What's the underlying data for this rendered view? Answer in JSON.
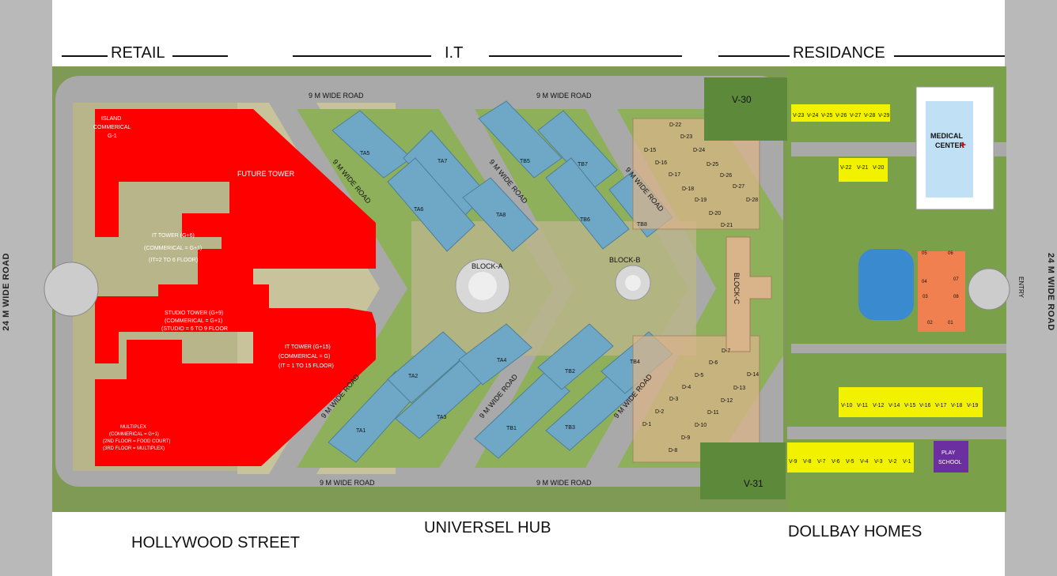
{
  "headers": {
    "retail": "RETAIL",
    "it": "I.T",
    "residance": "RESIDANCE"
  },
  "footers": {
    "hollywood": "HOLLYWOOD STREET",
    "universel": "UNIVERSEL HUB",
    "dollbay": "DOLLBAY HOMES"
  },
  "roads": {
    "side_left": "24 M WIDE ROAD",
    "side_right": "24 M WIDE ROAD",
    "inner": "9 M WIDE ROAD",
    "entry": "ENTRY"
  },
  "retail": {
    "island": [
      "ISLAND",
      "COMMERICAL",
      "G-1"
    ],
    "future_tower": "FUTURE TOWER",
    "it_tower_6": [
      "IT TOWER (G+6)",
      "(COMMERICAL = G+1)",
      "(IT=2 TO 6 FLOOR)"
    ],
    "studio_tower": [
      "STUDIO TOWER (G+9)",
      "(COMMERICAL = G+1)",
      "(STUDIO = 6 TO 9 FLOOR"
    ],
    "it_tower_15": [
      "IT TOWER (G+15)",
      "(COMMERICAL = G)",
      "(IT = 1 TO 15 FLOOR)"
    ],
    "multiplex": [
      "MULTIPLEX",
      "(COMMERICAL = G+1)",
      "(2ND FLOOR = FOOD COURT)",
      "(3RD FLOOR = MULTIPLEX)"
    ]
  },
  "it_blocks": {
    "towers": [
      "TA1",
      "TA2",
      "TA3",
      "TA4",
      "TA5",
      "TA6",
      "TA7",
      "TA8",
      "TB1",
      "TB2",
      "TB3",
      "TB4",
      "TB5",
      "TB6",
      "TB7",
      "TB8"
    ],
    "block_a": "BLOCK-A",
    "block_b": "BLOCK-B",
    "block_c": "BLOCK-C"
  },
  "residence": {
    "villas_top": [
      "V-23",
      "V-24",
      "V-25",
      "V-26",
      "V-27",
      "V-28",
      "V-29"
    ],
    "villas_mid": [
      "V-22",
      "V-21",
      "V-20"
    ],
    "villas_low": [
      "V-10",
      "V-11",
      "V-12",
      "V-14",
      "V-15",
      "V-16",
      "V-17",
      "V-18",
      "V-19"
    ],
    "villas_bottom": [
      "V-9",
      "V-8",
      "V-7",
      "V-6",
      "V-5",
      "V-4",
      "V-3",
      "V-2",
      "V-1"
    ],
    "v30": "V-30",
    "v31": "V-31",
    "medical": [
      "MEDICAL",
      "CENTER"
    ],
    "play_school": [
      "PLAY",
      "SCHOOL"
    ],
    "tower_units": [
      "05",
      "06",
      "04",
      "07",
      "03",
      "08",
      "02",
      "01"
    ]
  },
  "plots_upper": [
    "D-22",
    "D-23",
    "D-15",
    "D-24",
    "D-16",
    "D-25",
    "D-17",
    "D-26",
    "D-18",
    "D-27",
    "D-19",
    "D-28",
    "D-20",
    "D-21"
  ],
  "plots_lower": [
    "D-7",
    "D-6",
    "D-14",
    "D-5",
    "D-13",
    "D-4",
    "D-12",
    "D-3",
    "D-11",
    "D-2",
    "D-10",
    "D-1",
    "D-9",
    "D-8"
  ],
  "colors": {
    "red": "#ff0000",
    "blue": "#6fa8c6",
    "grass": "#8fb05a",
    "road": "#a9a9a9",
    "yellow": "#f2f200",
    "purple": "#6b2fa0",
    "medical": "#bfe0f5",
    "orange": "#f08050"
  }
}
